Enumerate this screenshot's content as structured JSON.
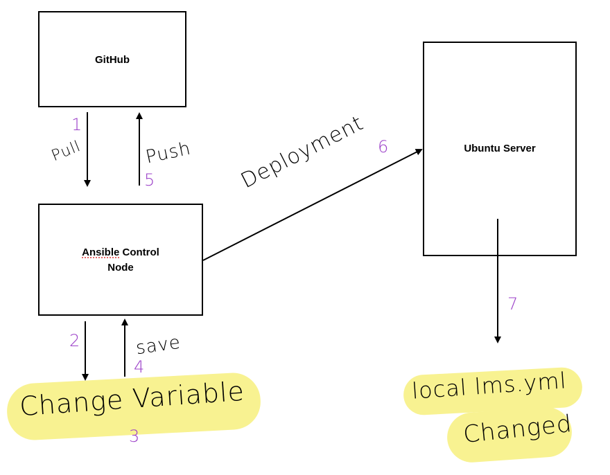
{
  "nodes": {
    "github": "GitHub",
    "ansible_line1": "Ansible Control",
    "ansible_line2": "Node",
    "ubuntu": "Ubuntu Server"
  },
  "edges": {
    "pull": "Pull",
    "push": "Push",
    "deployment": "Deployment",
    "save": "save"
  },
  "notes": {
    "change_variable": "Change Variable",
    "local_file": "local lms.yml",
    "changed": "Changed"
  },
  "step_numbers": {
    "pull": "1",
    "change": "2",
    "change_variable": "3",
    "save": "4",
    "push": "5",
    "deployment": "6",
    "server": "7"
  },
  "colors": {
    "step_number": "#9b3fc8",
    "highlight": "#f8f291"
  }
}
